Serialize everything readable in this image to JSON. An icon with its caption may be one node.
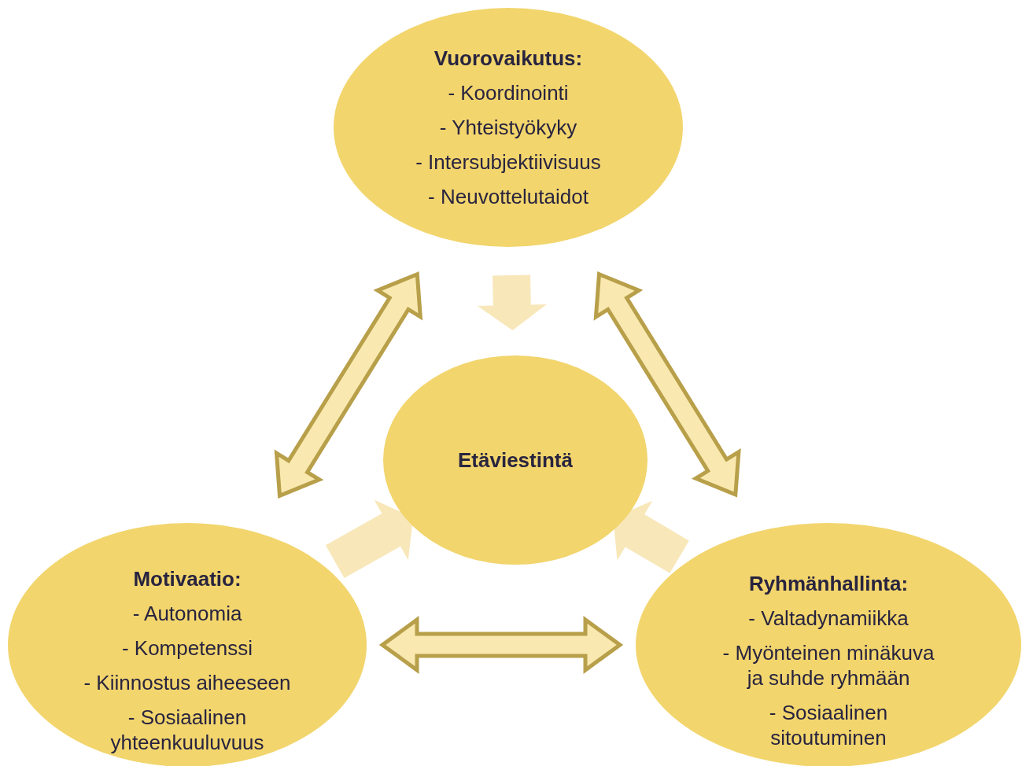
{
  "diagram": {
    "nodes": [
      {
        "text": [
          "Vuorovaikutus:",
          "- Koordinointi",
          "- Yhteistyökyky",
          "- Intersubjektiivisuus",
          "- Neuvottelutaidot"
        ]
      },
      {
        "text": [
          "Etäviestintä"
        ]
      },
      {
        "text": [
          "Motivaatio:",
          "- Autonomia",
          "- Kompetenssi",
          "- Kiinnostus aiheeseen",
          "- Sosiaalinen yhteenkuuluvuus"
        ]
      },
      {
        "text": [
          "Ryhmänhallinta:",
          "- Valtadynamiikka",
          "- Myönteinen minäkuva ja suhde ryhmään",
          "- Sosiaalinen sitoutuminen"
        ]
      }
    ],
    "edges": [
      {
        "from": 0,
        "to": 1,
        "arrow": "to",
        "color": "#f8e7b9"
      },
      {
        "from": 0,
        "to": 2,
        "arrow": "both"
      },
      {
        "from": 0,
        "to": 3,
        "arrow": "both"
      },
      {
        "from": 2,
        "to": 1,
        "arrow": "to",
        "color": "#f8e7b9"
      },
      {
        "from": 3,
        "to": 1,
        "arrow": "to",
        "color": "#f8e7b9"
      },
      {
        "from": 2,
        "to": 3,
        "arrow": "both"
      }
    ]
  }
}
